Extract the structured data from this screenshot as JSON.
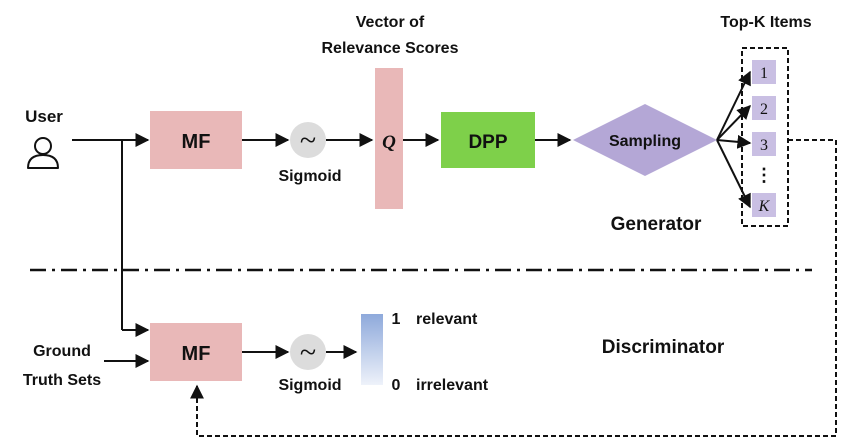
{
  "user": {
    "label": "User",
    "icon": "user-icon"
  },
  "ground_truth": {
    "line1": "Ground",
    "line2": "Truth Sets"
  },
  "generator": {
    "mf_label": "MF",
    "sigmoid_label": "Sigmoid",
    "sigmoid_symbol": "~",
    "vector_title_line1": "Vector of",
    "vector_title_line2": "Relevance Scores",
    "vector_symbol": "Q",
    "dpp_label": "DPP",
    "sampling_label": "Sampling",
    "topk_title": "Top-K Items",
    "items": [
      "1",
      "2",
      "3",
      "⋮",
      "K"
    ],
    "section_label": "Generator"
  },
  "discriminator": {
    "mf_label": "MF",
    "sigmoid_label": "Sigmoid",
    "sigmoid_symbol": "~",
    "scale_top_value": "1",
    "scale_top_label": "relevant",
    "scale_bottom_value": "0",
    "scale_bottom_label": "irrelevant",
    "section_label": "Discriminator"
  },
  "colors": {
    "mf": "#e9b8b8",
    "dpp": "#7ed04a",
    "sampling": "#b4a7d6",
    "item_box": "#c9bfe3",
    "sigmoid_circle": "#dcdcdc",
    "scale_top": "#8ea9db",
    "scale_bottom": "#eef2fa"
  }
}
